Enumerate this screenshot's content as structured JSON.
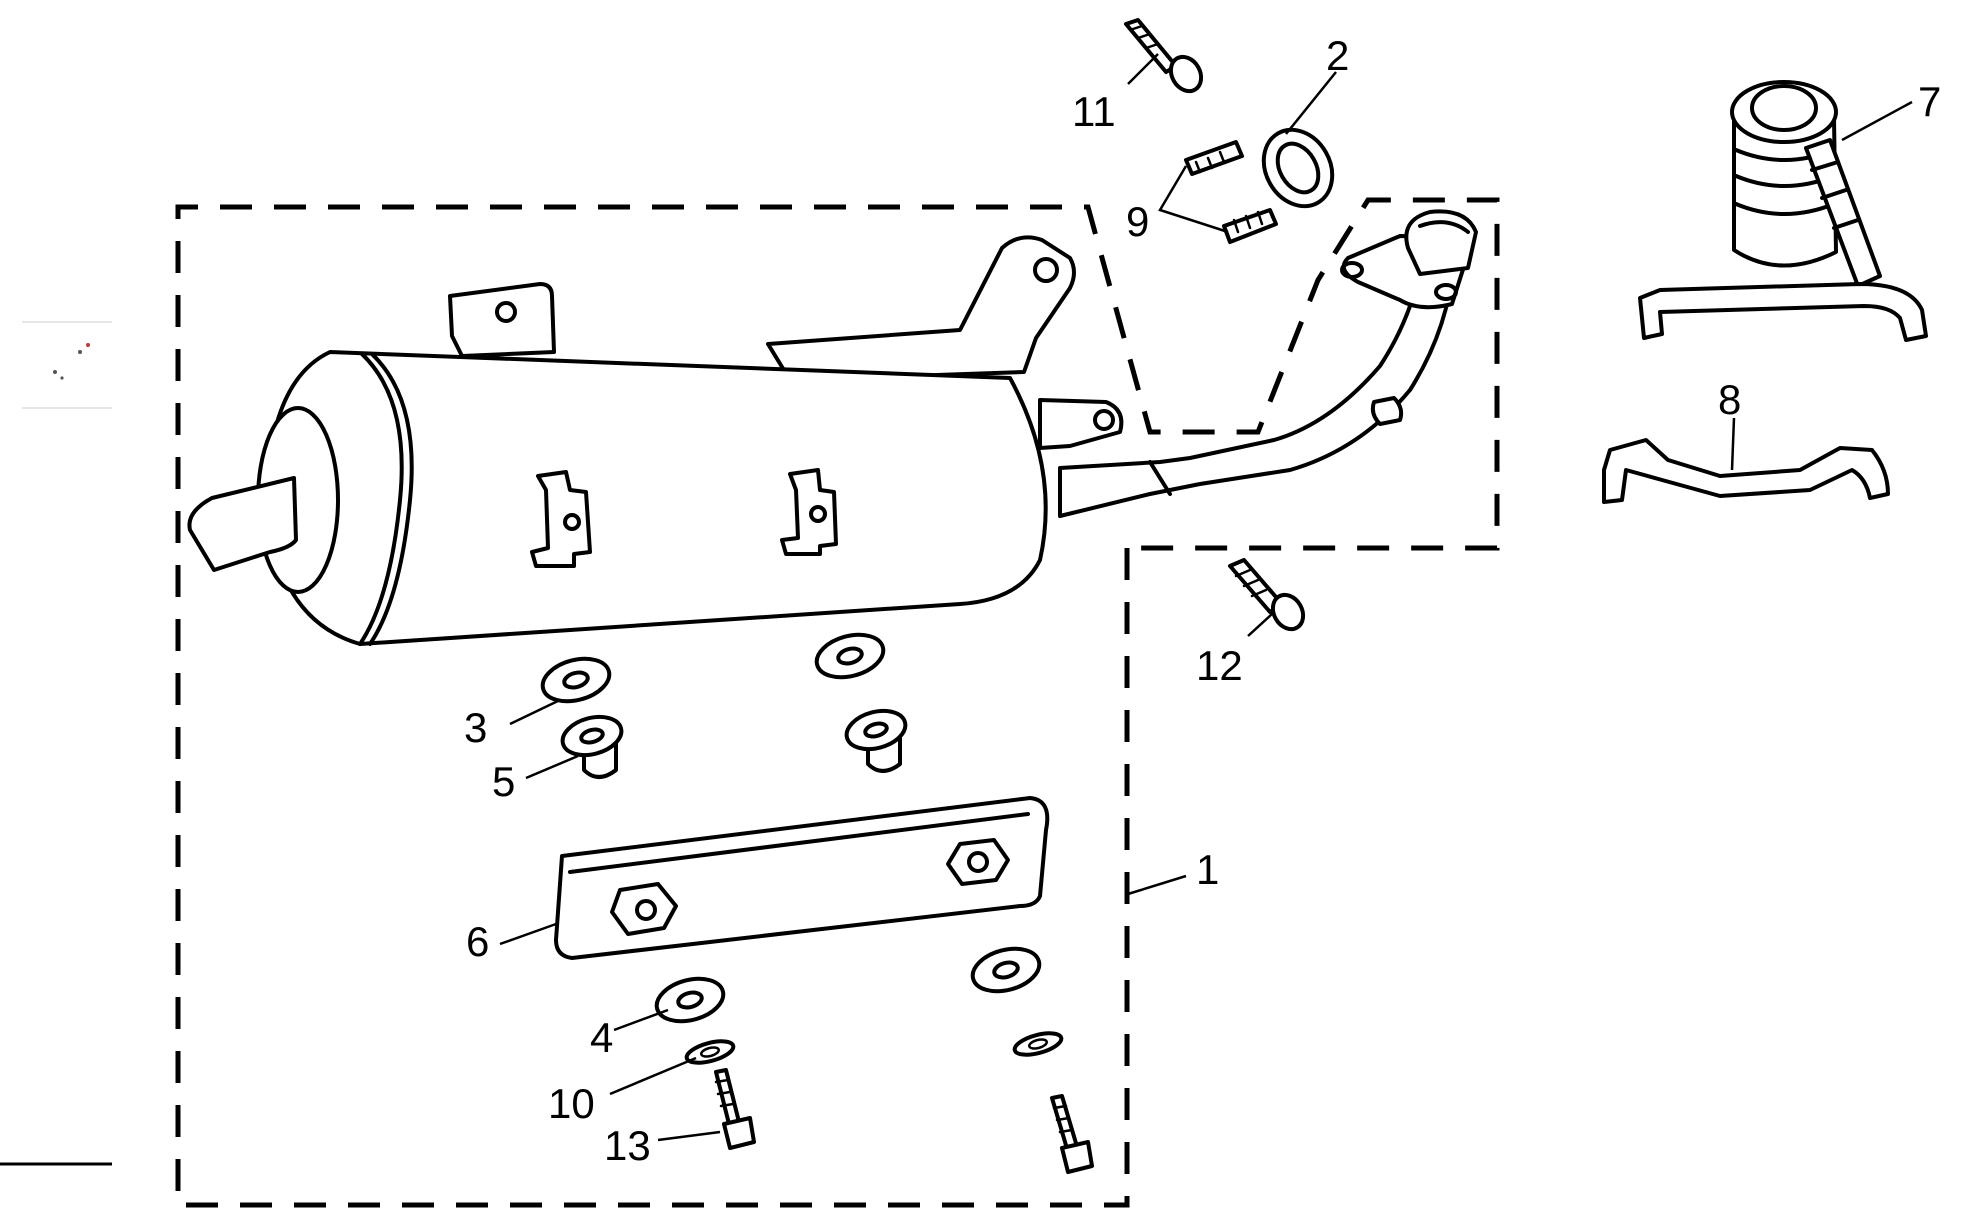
{
  "callouts": [
    {
      "id": "1",
      "label": "1"
    },
    {
      "id": "2",
      "label": "2"
    },
    {
      "id": "3",
      "label": "3"
    },
    {
      "id": "4",
      "label": "4"
    },
    {
      "id": "5",
      "label": "5"
    },
    {
      "id": "6",
      "label": "6"
    },
    {
      "id": "7",
      "label": "7"
    },
    {
      "id": "8",
      "label": "8"
    },
    {
      "id": "9",
      "label": "9"
    },
    {
      "id": "10",
      "label": "10"
    },
    {
      "id": "11",
      "label": "11"
    },
    {
      "id": "12",
      "label": "12"
    },
    {
      "id": "13",
      "label": "13"
    }
  ],
  "colors": {
    "ink": "#000000",
    "background": "#ffffff"
  }
}
